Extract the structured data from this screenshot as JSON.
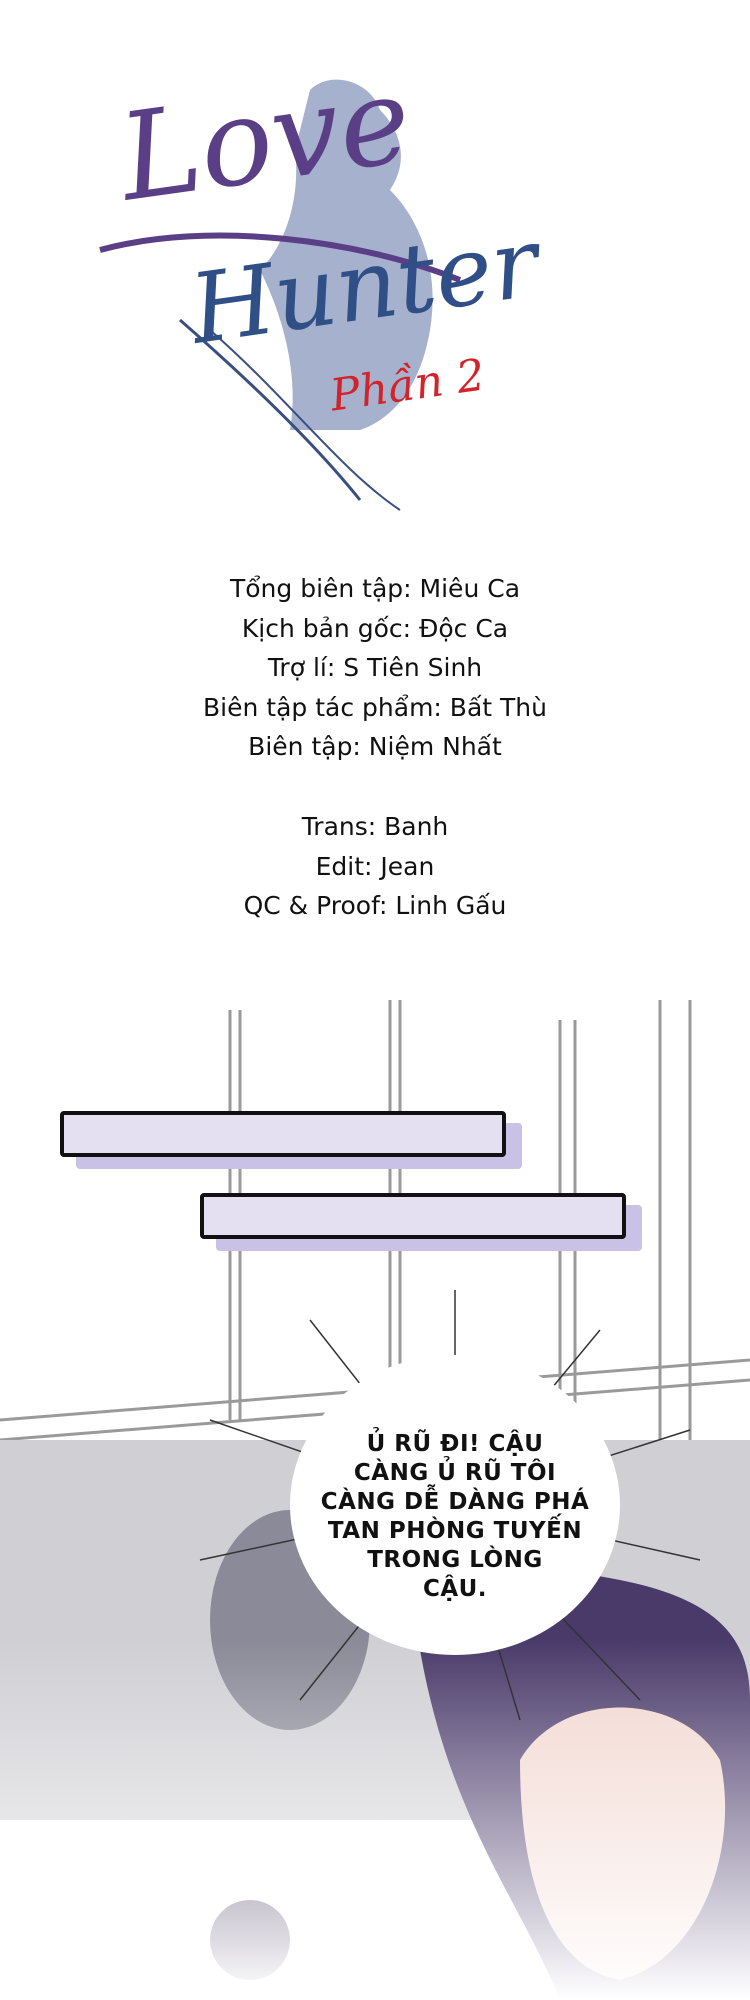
{
  "logo": {
    "line1": "Love",
    "line2": "Hunter",
    "subtitle": "Phần 2"
  },
  "credits": [
    "Tổng biên tập: Miêu Ca",
    "Kịch bản gốc: Độc Ca",
    "Trợ lí: S Tiên Sinh",
    "Biên tập tác phẩm: Bất Thù",
    "Biên tập: Niệm Nhất"
  ],
  "team": [
    "Trans: Banh",
    "Edit: Jean",
    "QC & Proof: Linh Gấu"
  ],
  "speech_bubble": {
    "lines": [
      "Ủ RŨ ĐI! CẬU",
      "CÀNG Ủ RŨ TÔI",
      "CÀNG DỄ DÀNG PHÁ",
      "TAN PHÒNG TUYẾN",
      "TRONG LÒNG",
      "CẬU."
    ]
  },
  "colors": {
    "caption_fill": "#e4e0f2",
    "caption_shadow": "#c9c1e6",
    "logo_purple": "#5a3f86",
    "logo_blue": "#2f4f86",
    "logo_red": "#d2232a"
  }
}
